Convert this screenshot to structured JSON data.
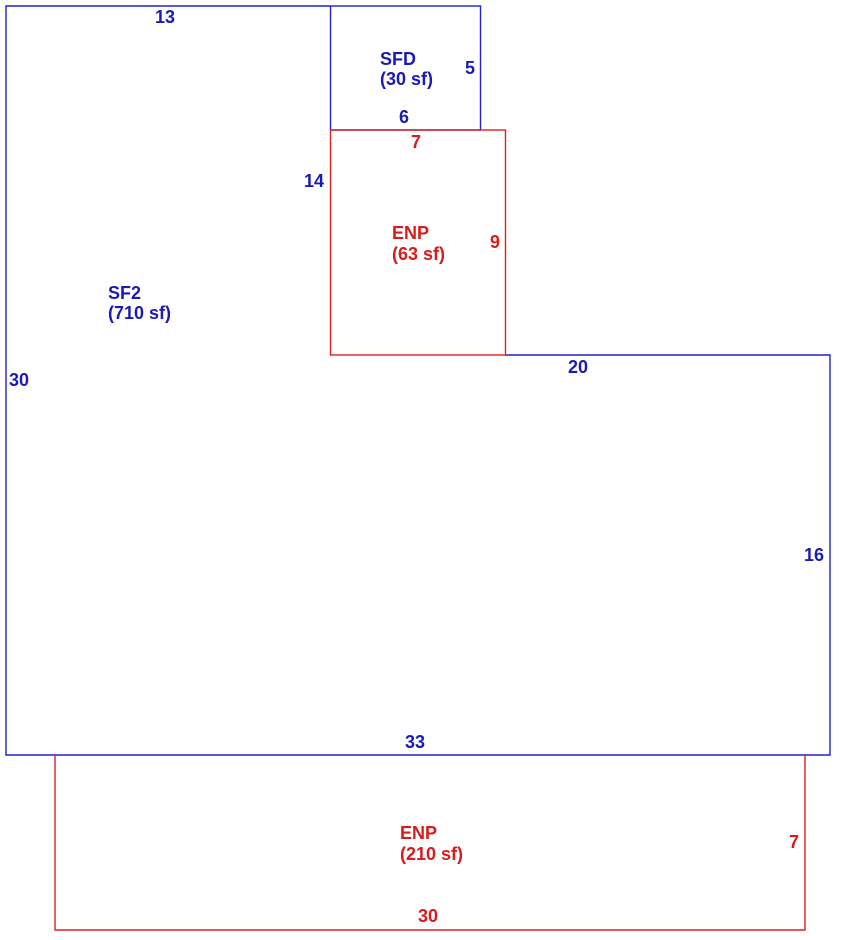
{
  "colors": {
    "main": "#1a1ab8",
    "porch": "#d81c1c"
  },
  "areas": {
    "sf2": {
      "name": "SF2",
      "area": "(710 sf)"
    },
    "sfd": {
      "name": "SFD",
      "area": "(30 sf)"
    },
    "enp_top": {
      "name": "ENP",
      "area": "(63 sf)"
    },
    "enp_bottom": {
      "name": "ENP",
      "area": "(210 sf)"
    }
  },
  "dimensions": {
    "sf2_top": "13",
    "sf2_left": "30",
    "sf2_inner": "14",
    "sf2_step": "20",
    "sf2_right": "16",
    "sf2_bottom": "33",
    "sfd_right": "5",
    "sfd_bottom": "6",
    "enp_top_top": "7",
    "enp_top_right": "9",
    "enp_bottom_right": "7",
    "enp_bottom_bottom": "30"
  }
}
